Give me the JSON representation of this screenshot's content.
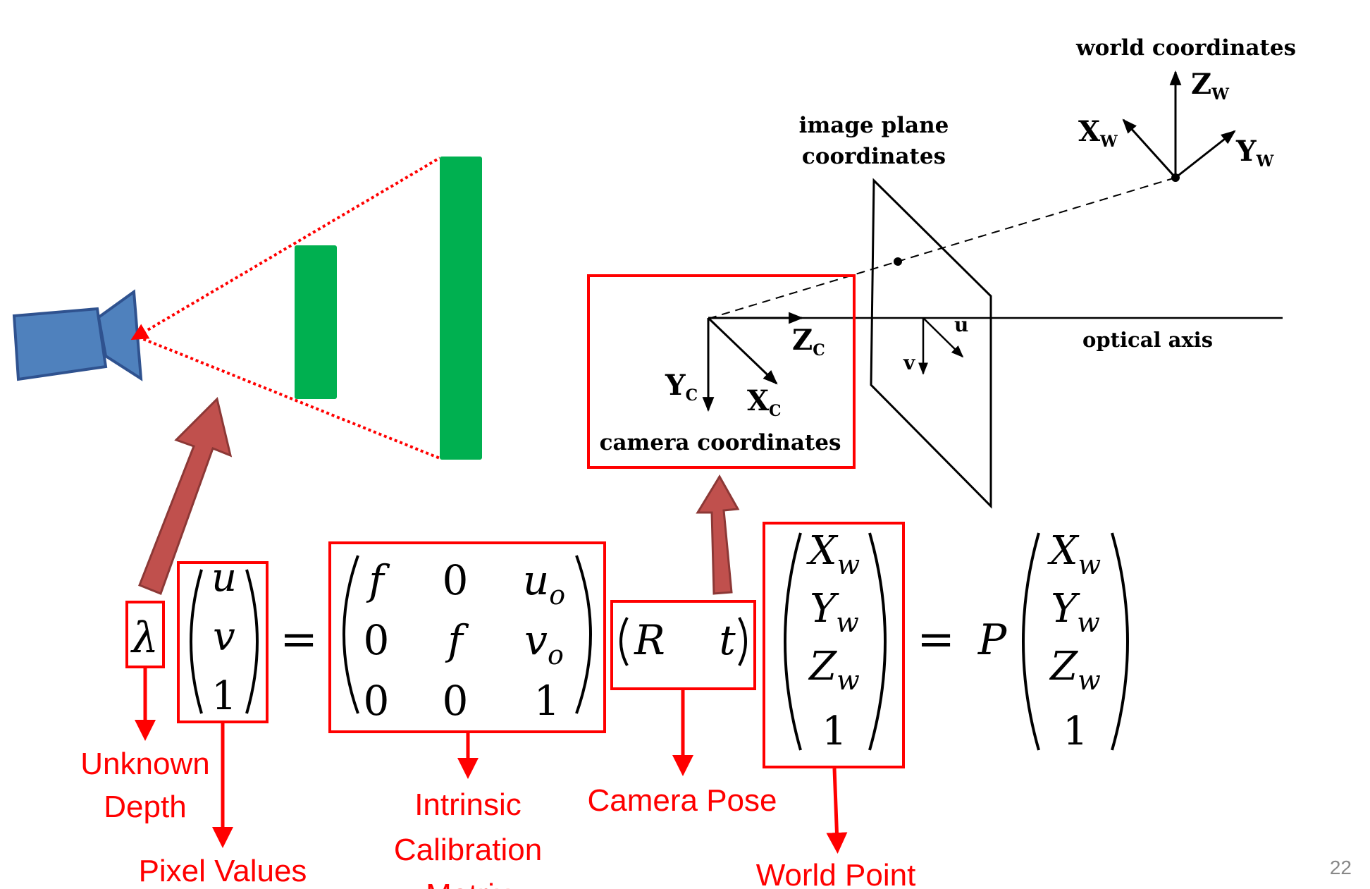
{
  "diagram": {
    "world_coordinates_label": "world coordinates",
    "image_plane_label_line1": "image plane",
    "image_plane_label_line2": "coordinates",
    "camera_coordinates_label": "camera coordinates",
    "optical_axis_label": "optical axis",
    "axes": {
      "Zw": "Z",
      "Zw_sub": "W",
      "Xw": "X",
      "Xw_sub": "W",
      "Yw": "Y",
      "Yw_sub": "W",
      "Zc": "Z",
      "Zc_sub": "C",
      "Yc": "Y",
      "Yc_sub": "C",
      "Xc": "X",
      "Xc_sub": "C",
      "u": "u",
      "v": "v"
    }
  },
  "equation": {
    "lambda": "λ",
    "pixel_vector": [
      "u",
      "v",
      "1"
    ],
    "equals": "=",
    "K_matrix": [
      [
        "f",
        "0",
        "u"
      ],
      [
        "0",
        "f",
        "v"
      ],
      [
        "0",
        "0",
        "1"
      ]
    ],
    "K_subscripts": {
      "u0": "o",
      "v0": "o"
    },
    "pose": [
      "R",
      "t"
    ],
    "world_vector": [
      "X",
      "Y",
      "Z",
      "1"
    ],
    "world_subscript": "w",
    "P": "P"
  },
  "annotations": {
    "unknown_depth_line1": "Unknown",
    "unknown_depth_line2": "Depth",
    "pixel_values": "Pixel Values",
    "intrinsic_line1": "Intrinsic",
    "intrinsic_line2": "Calibration",
    "intrinsic_line3": "Matrix",
    "camera_pose": "Camera Pose",
    "world_point": "World Point"
  },
  "page_number": "22",
  "colors": {
    "annotation_red": "#ff0000",
    "camera_blue": "#4f81bd",
    "camera_outline": "#2f528f",
    "object_green": "#00b050",
    "arrow_brown": "#c0504d",
    "arrow_brown_outline": "#8c3836"
  }
}
